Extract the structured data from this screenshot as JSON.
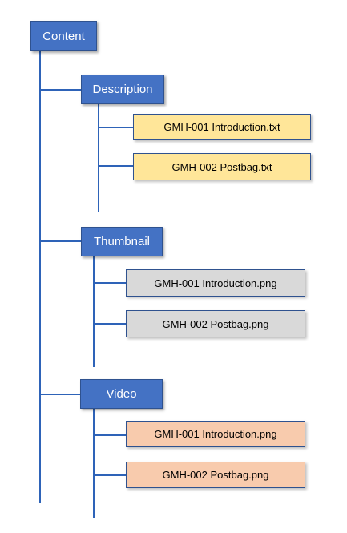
{
  "diagram": {
    "root": {
      "label": "Content"
    },
    "groups": [
      {
        "label": "Description",
        "color": "#ffe699",
        "children": [
          "GMH-001 Introduction.txt",
          "GMH-002 Postbag.txt"
        ]
      },
      {
        "label": "Thumbnail",
        "color": "#d9d9d9",
        "children": [
          "GMH-001 Introduction.png",
          "GMH-002 Postbag.png"
        ]
      },
      {
        "label": "Video",
        "color": "#f8cbad",
        "children": [
          "GMH-001 Introduction.png",
          "GMH-002 Postbag.png"
        ]
      }
    ],
    "colors": {
      "parent": "#4472c4",
      "connector": "#2e63b8"
    }
  }
}
